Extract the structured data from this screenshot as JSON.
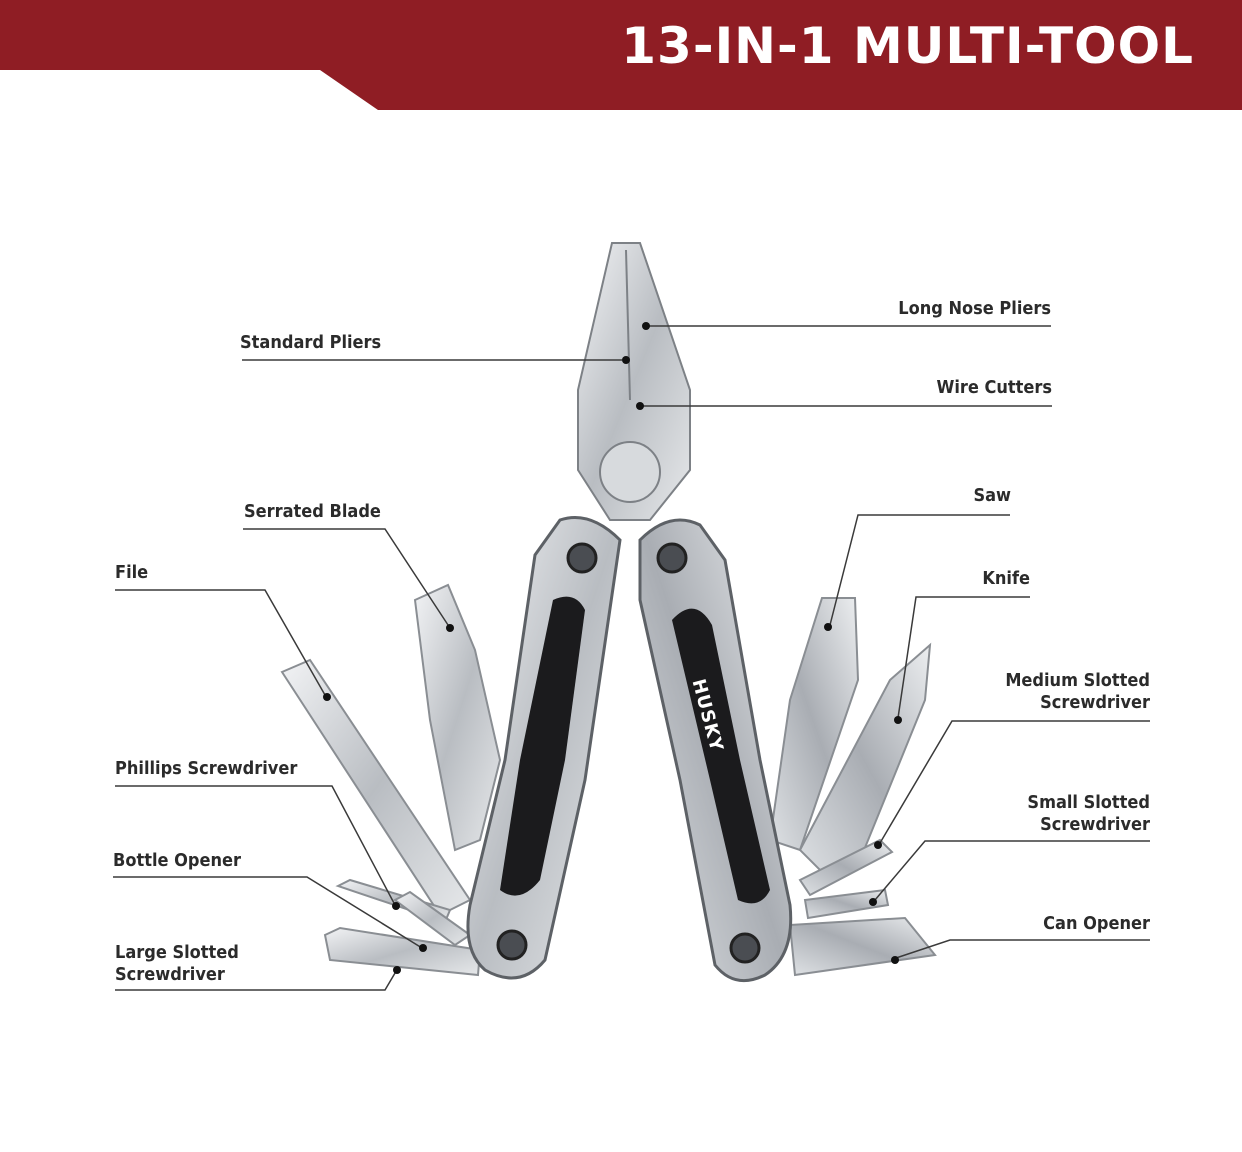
{
  "title": "13-IN-1 MULTI-TOOL",
  "brand": "HUSKY",
  "colors": {
    "banner": "#8f1d24",
    "callout_line": "#3a3a3a",
    "steel": "#c9ccd0",
    "grip": "#1b1b1d"
  },
  "labels": {
    "standard_pliers": "Standard Pliers",
    "long_nose_pliers": "Long Nose Pliers",
    "wire_cutters": "Wire Cutters",
    "serrated_blade": "Serrated Blade",
    "saw": "Saw",
    "file": "File",
    "knife": "Knife",
    "medium_slotted_1": "Medium Slotted",
    "medium_slotted_2": "Screwdriver",
    "phillips_screwdriver": "Phillips Screwdriver",
    "small_slotted_1": "Small Slotted",
    "small_slotted_2": "Screwdriver",
    "bottle_opener": "Bottle Opener",
    "can_opener": "Can Opener",
    "large_slotted_1": "Large Slotted",
    "large_slotted_2": "Screwdriver"
  }
}
